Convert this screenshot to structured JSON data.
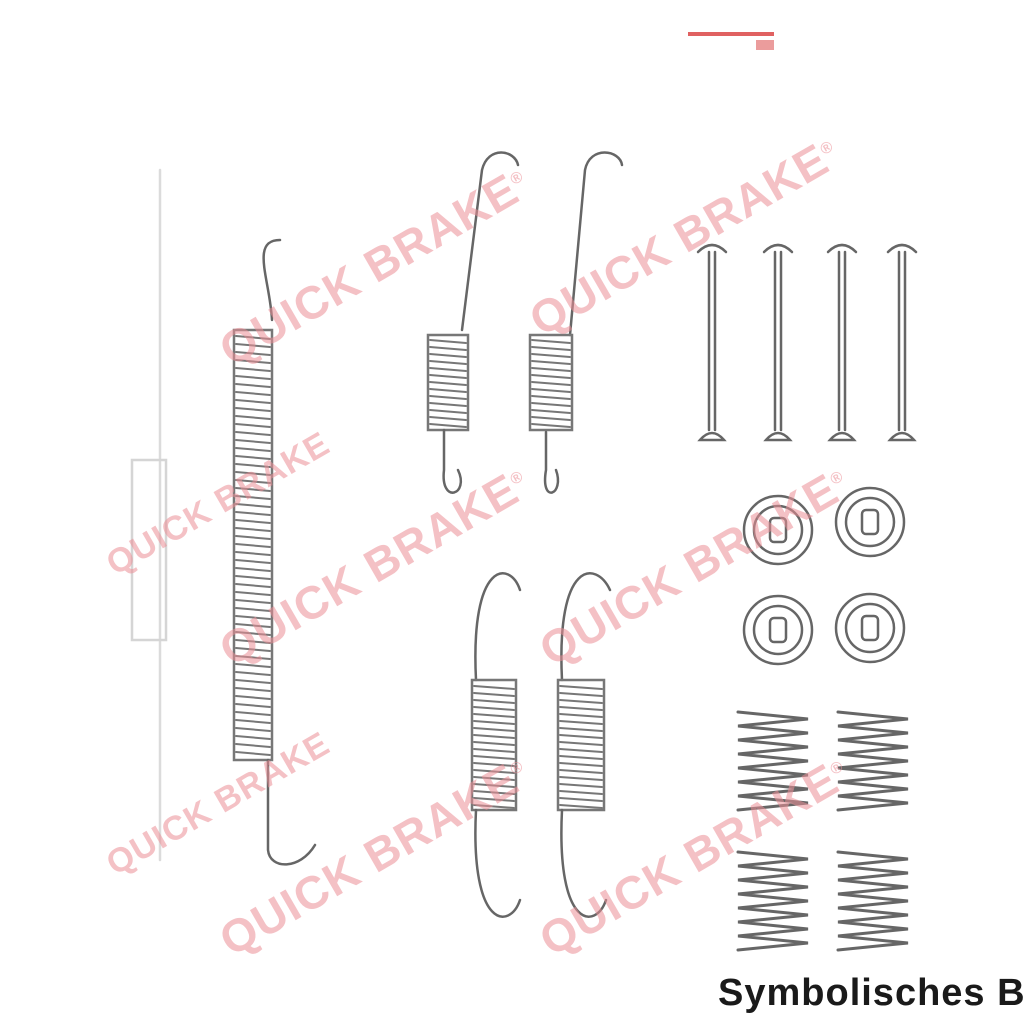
{
  "watermark": {
    "text": "QUICK BRAKE",
    "mark": "®",
    "color": "#ec8f97"
  },
  "caption": {
    "text": "Symbolisches Bild"
  },
  "parts": {
    "long_spring": "long-spring",
    "short_springs": [
      "short-spring-hook",
      "short-spring-hook"
    ],
    "medium_springs": [
      "medium-spring",
      "medium-spring"
    ],
    "pins": [
      "retaining-pin",
      "retaining-pin",
      "retaining-pin",
      "retaining-pin"
    ],
    "cups": [
      "spring-cup",
      "spring-cup",
      "spring-cup",
      "spring-cup"
    ],
    "coil_springs": [
      "coil-spring",
      "coil-spring",
      "coil-spring",
      "coil-spring"
    ]
  }
}
